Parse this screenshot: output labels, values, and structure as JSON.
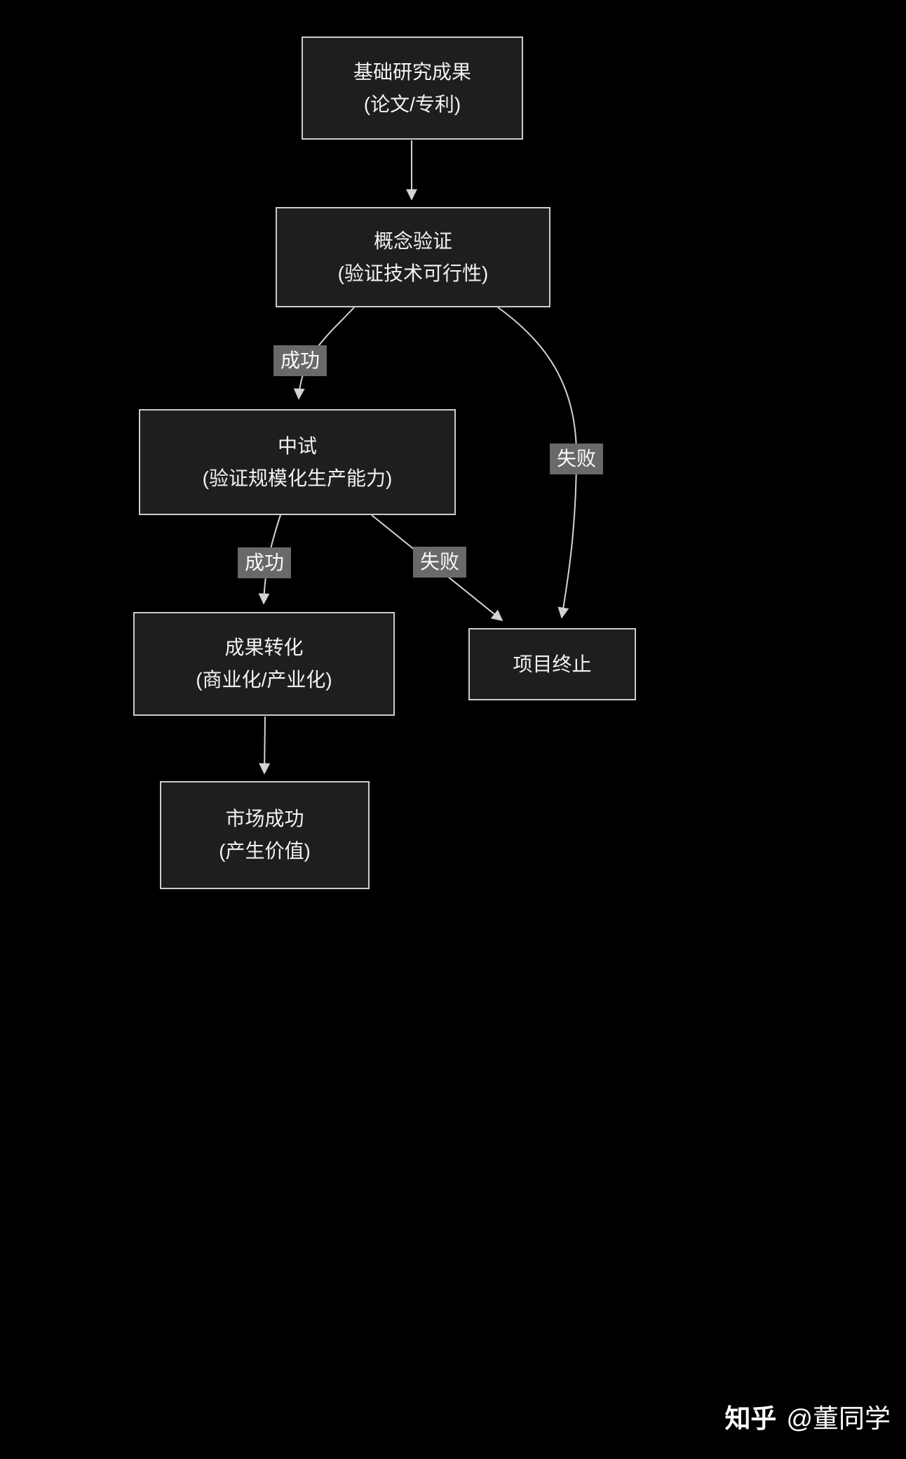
{
  "diagram": {
    "type": "flowchart",
    "colors": {
      "background": "#000000",
      "node_fill": "#1e1e1e",
      "node_border": "#cccccc",
      "node_text": "#f2f2f2",
      "edge_line": "#d3d3d3",
      "edge_label_bg": "#696969",
      "edge_label_text": "#fafafa"
    },
    "nodes": [
      {
        "id": "basic-research",
        "lines": [
          "基础研究成果",
          "(论文/专利)"
        ]
      },
      {
        "id": "proof-of-concept",
        "lines": [
          "概念验证",
          "(验证技术可行性)"
        ]
      },
      {
        "id": "pilot-test",
        "lines": [
          "中试",
          "(验证规模化生产能力)"
        ]
      },
      {
        "id": "commercialization",
        "lines": [
          "成果转化",
          "(商业化/产业化)"
        ]
      },
      {
        "id": "project-termination",
        "lines": [
          "项目终止"
        ]
      },
      {
        "id": "market-success",
        "lines": [
          "市场成功",
          "(产生价值)"
        ]
      }
    ],
    "edges": [
      {
        "from": "basic-research",
        "to": "proof-of-concept",
        "label": ""
      },
      {
        "from": "proof-of-concept",
        "to": "pilot-test",
        "label": "成功"
      },
      {
        "from": "proof-of-concept",
        "to": "project-termination",
        "label": "失败"
      },
      {
        "from": "pilot-test",
        "to": "commercialization",
        "label": "成功"
      },
      {
        "from": "pilot-test",
        "to": "project-termination",
        "label": "失败"
      },
      {
        "from": "commercialization",
        "to": "market-success",
        "label": ""
      }
    ]
  },
  "watermark": {
    "brand": "知乎",
    "author": "@董同学"
  }
}
